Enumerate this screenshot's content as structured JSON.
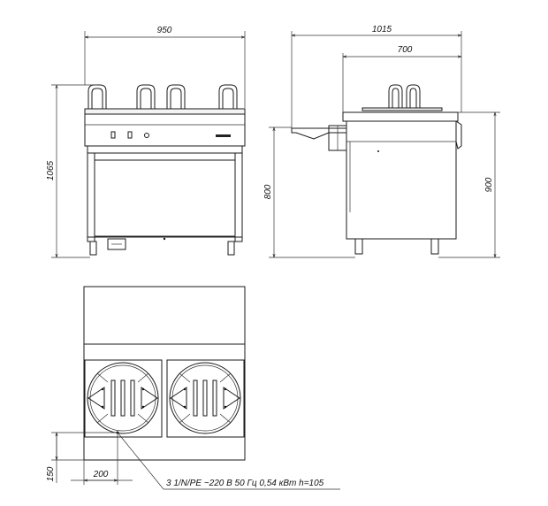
{
  "dimensions": {
    "front_width": "950",
    "front_height": "1065",
    "side_depth_total": "1015",
    "side_depth_body": "700",
    "side_height_table": "800",
    "side_height_body": "900",
    "plan_offset_y": "150",
    "plan_offset_x": "200"
  },
  "annotation": {
    "power_spec": "3 1/N/PE ~220 В 50 Гц 0,54 кВт h=105"
  },
  "colors": {
    "line": "#1a1a1a",
    "background": "#ffffff"
  }
}
